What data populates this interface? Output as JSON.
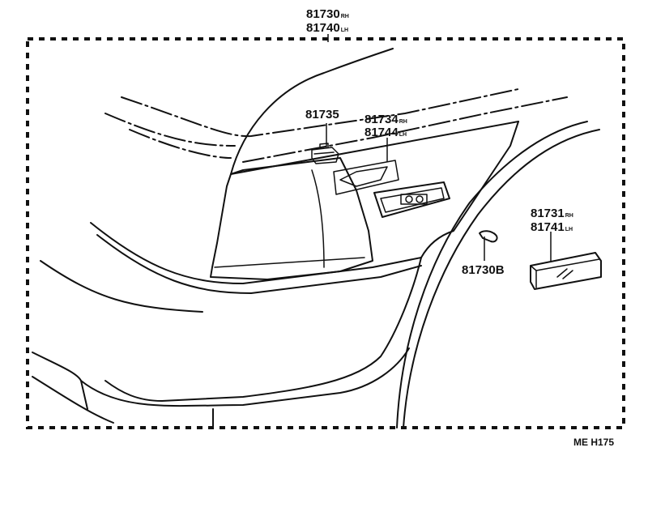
{
  "callouts": {
    "assembly_rh": {
      "number": "81730",
      "suffix": "RH"
    },
    "assembly_lh": {
      "number": "81740",
      "suffix": "LH"
    },
    "socket": {
      "number": "81735"
    },
    "gasket_rh": {
      "number": "81734",
      "suffix": "RH"
    },
    "gasket_lh": {
      "number": "81744",
      "suffix": "LH"
    },
    "lens_rh": {
      "number": "81731",
      "suffix": "RH"
    },
    "lens_lh": {
      "number": "81741",
      "suffix": "LH"
    },
    "bulb": {
      "number": "81730B"
    }
  },
  "drawing_code": "ME H175"
}
